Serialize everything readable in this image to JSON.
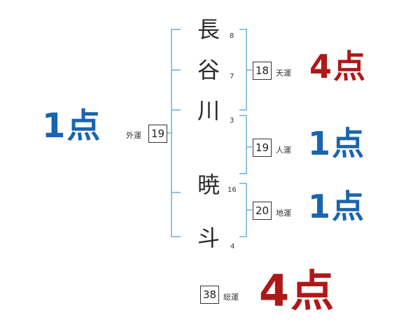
{
  "characters": [
    {
      "char": "長",
      "strokes": "8"
    },
    {
      "char": "谷",
      "strokes": "7"
    },
    {
      "char": "川",
      "strokes": "3"
    },
    {
      "char": "暁",
      "strokes": "16"
    },
    {
      "char": "斗",
      "strokes": "4"
    }
  ],
  "gaiun": {
    "label": "外運",
    "value": "19",
    "score": "1点"
  },
  "tenun": {
    "label": "天運",
    "value": "18",
    "score": "4点"
  },
  "jinun": {
    "label": "人運",
    "value": "19",
    "score": "1点"
  },
  "chiun": {
    "label": "地運",
    "value": "20",
    "score": "1点"
  },
  "souun": {
    "label": "総運",
    "value": "38",
    "score": "4点"
  },
  "colors": {
    "bracket": "#8ec3e3",
    "blue": "#1b64ae",
    "red": "#b01818"
  }
}
